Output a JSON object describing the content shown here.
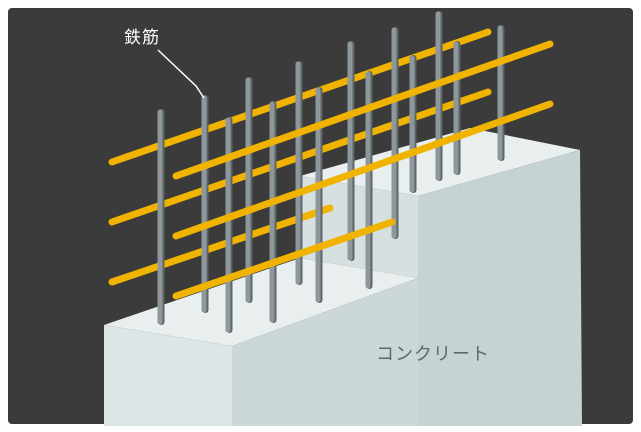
{
  "labels": {
    "rebar": "鉄筋",
    "concrete": "コンクリート"
  },
  "colors": {
    "background": "#3b3b3b",
    "frame": "#ffffff",
    "rebar_horizontal": "#f0b400",
    "rebar_vertical": "#8e979b",
    "concrete_top": "#e9efef",
    "concrete_front": "#c6d3d4",
    "concrete_side": "#d7e0e0",
    "leader_line": "#ffffff"
  },
  "icons": [
    "rebar-grid-illustration",
    "concrete-block-illustration"
  ]
}
